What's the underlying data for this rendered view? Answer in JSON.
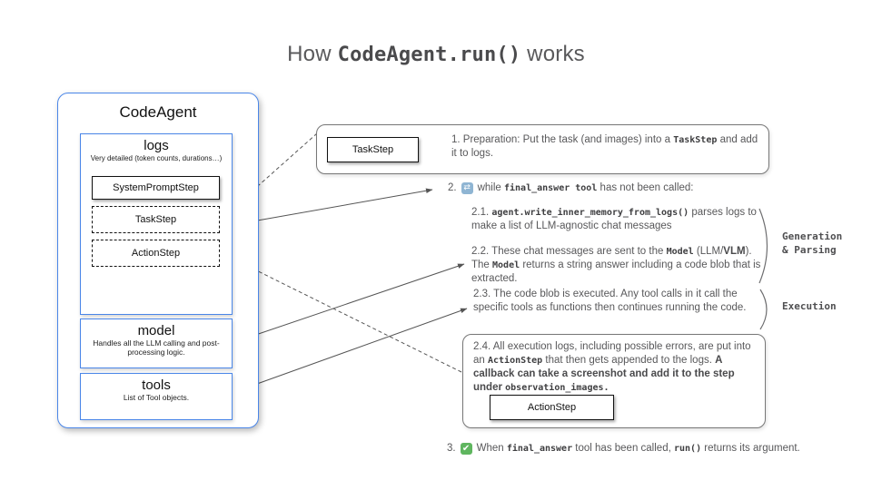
{
  "title": {
    "prefix": "How ",
    "code": "CodeAgent.run()",
    "suffix": " works"
  },
  "colors": {
    "accent_blue": "#4a86e8",
    "box_border_gray": "#777777",
    "body_text": "#58585a",
    "loop_icon_bg": "#8fb5d3",
    "check_icon_bg": "#5fb65f"
  },
  "icons": {
    "loop_glyph": "⇄",
    "check_glyph": "✔"
  },
  "codeagent": {
    "title": "CodeAgent",
    "logs": {
      "title": "logs",
      "subtitle": "Very detailed (token counts, durations…)",
      "steps": [
        "SystemPromptStep",
        "TaskStep",
        "ActionStep"
      ]
    },
    "model": {
      "title": "model",
      "subtitle": "Handles all the LLM calling and post-processing logic."
    },
    "tools": {
      "title": "tools",
      "subtitle": "List of Tool objects."
    }
  },
  "flow": {
    "step1": {
      "chip": "TaskStep",
      "text": [
        {
          "t": "p",
          "v": "1.  Preparation: Put the task (and images) into a "
        },
        {
          "t": "c",
          "v": "TaskStep"
        },
        {
          "t": "p",
          "v": " and add it to logs."
        }
      ]
    },
    "step2": {
      "num": "2.",
      "text": [
        {
          "t": "p",
          "v": "while "
        },
        {
          "t": "c",
          "v": "final_answer tool"
        },
        {
          "t": "p",
          "v": " has not been called:"
        }
      ]
    },
    "step21": {
      "text": [
        {
          "t": "p",
          "v": "2.1. "
        },
        {
          "t": "c",
          "v": "agent.write_inner_memory_from_logs()"
        },
        {
          "t": "p",
          "v": " parses logs to make a list of LLM-agnostic chat messages"
        }
      ]
    },
    "step22": {
      "text": [
        {
          "t": "p",
          "v": "2.2. These chat messages are sent to the "
        },
        {
          "t": "c",
          "v": "Model"
        },
        {
          "t": "p",
          "v": " (LLM/"
        },
        {
          "t": "b",
          "v": "VLM"
        },
        {
          "t": "p",
          "v": "). The "
        },
        {
          "t": "c",
          "v": "Model"
        },
        {
          "t": "p",
          "v": " returns a string answer including a code blob that is extracted."
        }
      ]
    },
    "step23": {
      "text": [
        {
          "t": "p",
          "v": "2.3. The code blob is executed. Any tool calls in it call the specific tools as functions then continues running the code."
        }
      ]
    },
    "step24": {
      "chip": "ActionStep",
      "text": [
        {
          "t": "p",
          "v": "2.4. All execution logs, including possible errors, are put into an "
        },
        {
          "t": "c",
          "v": "ActionStep"
        },
        {
          "t": "p",
          "v": " that then gets appended to the logs. "
        },
        {
          "t": "b",
          "v": "A callback can take a screenshot and add it to the step under "
        },
        {
          "t": "c",
          "v": "observation_images."
        }
      ]
    },
    "step3": {
      "num": "3.",
      "text": [
        {
          "t": "p",
          "v": "When "
        },
        {
          "t": "c",
          "v": "final_answer"
        },
        {
          "t": "p",
          "v": " tool has been called, "
        },
        {
          "t": "c",
          "v": "run()"
        },
        {
          "t": "p",
          "v": " returns its argument."
        }
      ]
    },
    "labels": {
      "generation": [
        "Generation",
        "& Parsing"
      ],
      "execution": "Execution"
    }
  }
}
